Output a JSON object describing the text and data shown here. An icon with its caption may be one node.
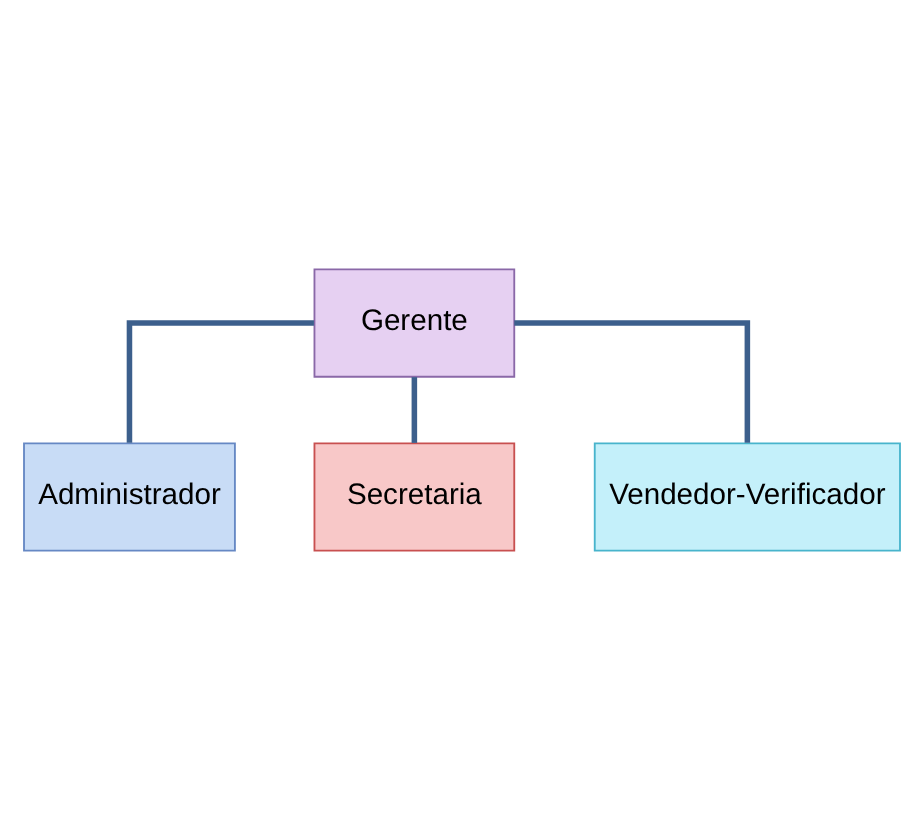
{
  "diagram": {
    "nodes": [
      {
        "text": [
          "Gerente"
        ]
      },
      {
        "text": [
          "Administrador"
        ]
      },
      {
        "text": [
          "Secretaria"
        ]
      },
      {
        "text": [
          "Vendedor-Verificador"
        ]
      }
    ],
    "edges": [
      {
        "from": 0,
        "to": 1,
        "arrow": "none"
      },
      {
        "from": 0,
        "to": 2,
        "arrow": "none"
      },
      {
        "from": 0,
        "to": 3,
        "arrow": "none"
      }
    ]
  }
}
